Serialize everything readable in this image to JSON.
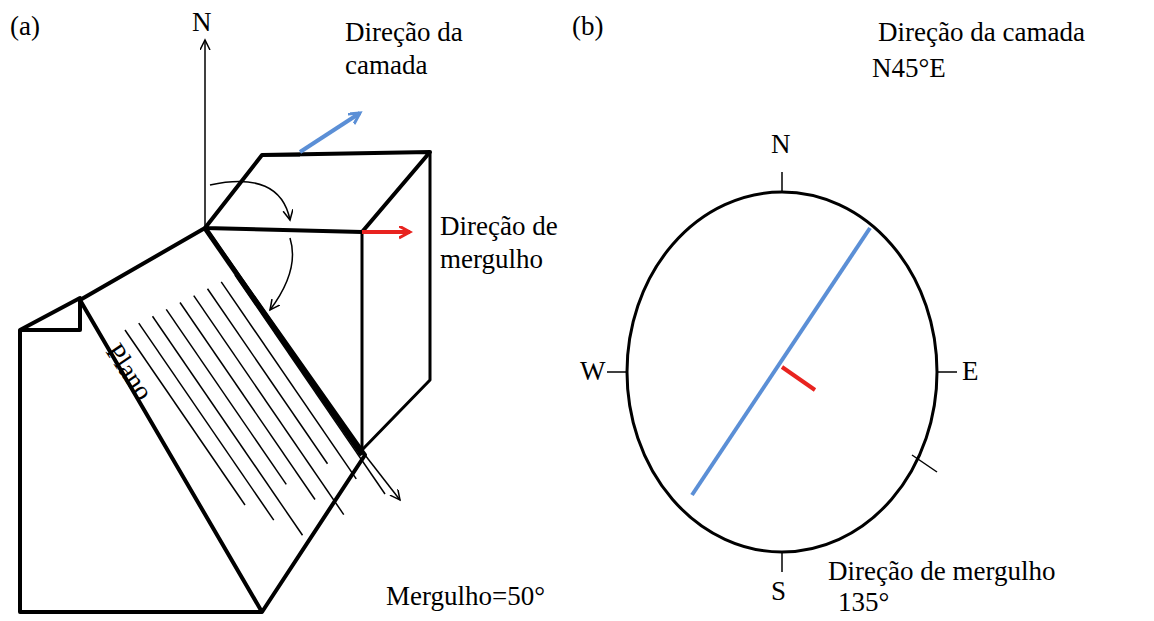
{
  "diagram": {
    "labels": [
      "(a)",
      "N",
      "Direção da camada",
      "Direção de mergulho",
      "Plano",
      "Mergulho=50°",
      "(b)",
      "N",
      "Direção da camada",
      "N45°E",
      "W",
      "E",
      "S",
      "Direção de mergulho",
      "135°"
    ]
  }
}
